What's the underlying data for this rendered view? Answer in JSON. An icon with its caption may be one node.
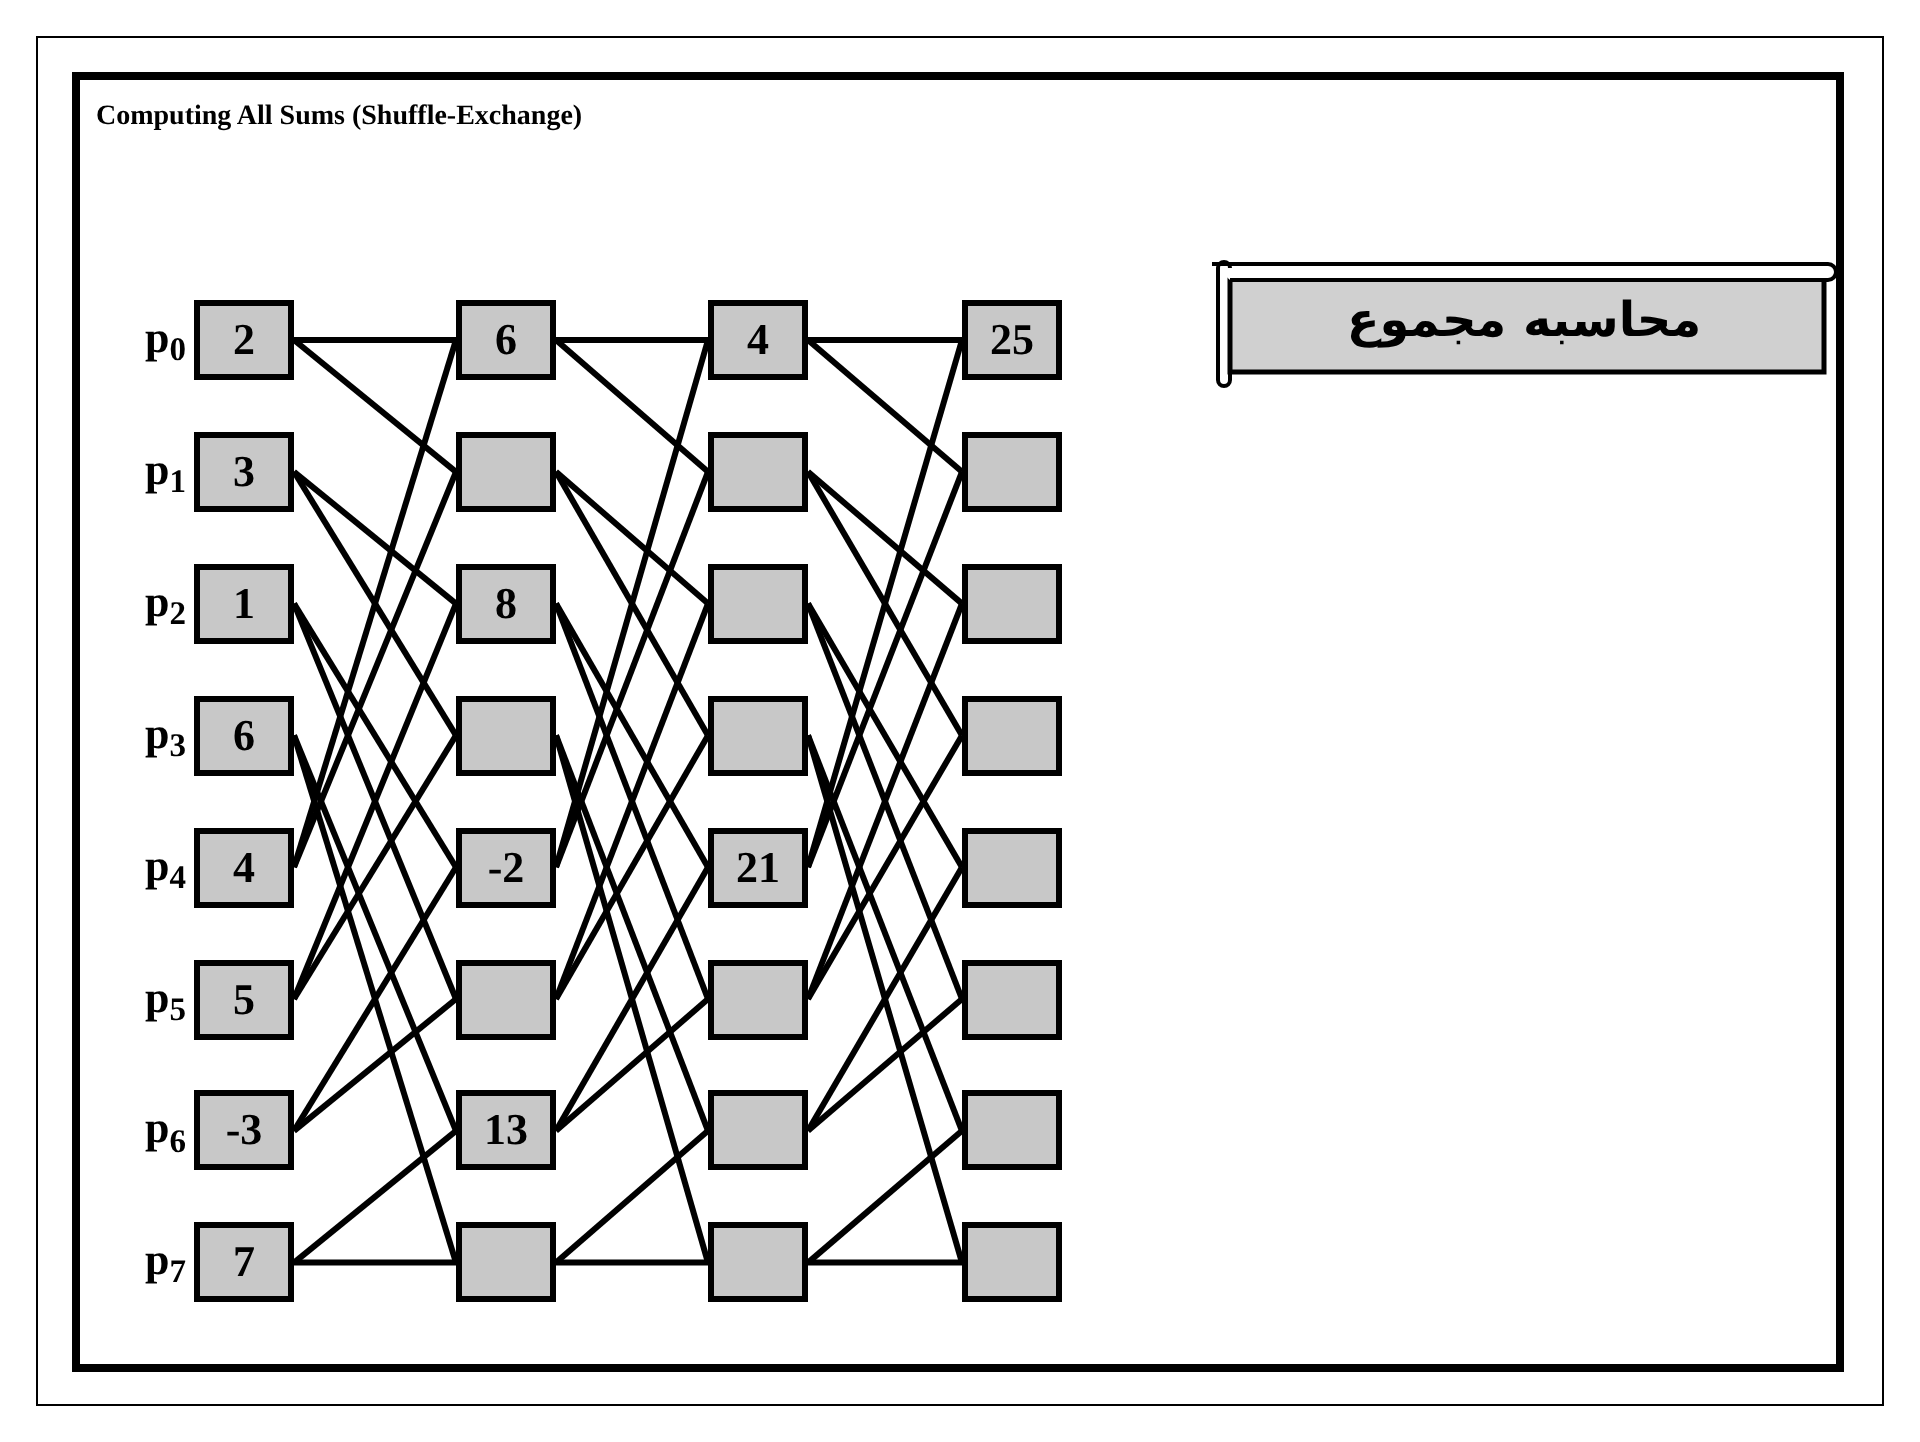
{
  "diagram": {
    "title": "Computing All Sums (Shuffle-Exchange)",
    "nodes": [
      {
        "text": [
          "2"
        ],
        "beside": [
          "p$_{0}$"
        ]
      },
      {
        "text": [
          "3"
        ],
        "beside": [
          "p$_{1}$"
        ]
      },
      {
        "text": [
          "1"
        ],
        "beside": [
          "p$_{2}$"
        ]
      },
      {
        "text": [
          "6"
        ],
        "beside": [
          "p$_{3}$"
        ]
      },
      {
        "text": [
          "4"
        ],
        "beside": [
          "p$_{4}$"
        ]
      },
      {
        "text": [
          "5"
        ],
        "beside": [
          "p$_{5}$"
        ]
      },
      {
        "text": [
          "-3"
        ],
        "beside": [
          "p$_{6}$"
        ]
      },
      {
        "text": [
          "7"
        ],
        "beside": [
          "p$_{7}$"
        ]
      },
      {
        "text": [
          "6"
        ]
      },
      {
        "text": [],
        "shape": "box"
      },
      {
        "text": [
          "8"
        ]
      },
      {
        "text": [],
        "shape": "box"
      },
      {
        "text": [
          "-2"
        ]
      },
      {
        "text": [],
        "shape": "box"
      },
      {
        "text": [
          "13"
        ]
      },
      {
        "text": [],
        "shape": "box"
      },
      {
        "text": [
          "4"
        ]
      },
      {
        "text": [],
        "shape": "box"
      },
      {
        "text": [],
        "shape": "box"
      },
      {
        "text": [],
        "shape": "box"
      },
      {
        "text": [
          "21"
        ]
      },
      {
        "text": [],
        "shape": "box"
      },
      {
        "text": [],
        "shape": "box"
      },
      {
        "text": [],
        "shape": "box"
      },
      {
        "text": [
          "25"
        ]
      },
      {
        "text": [],
        "shape": "box"
      },
      {
        "text": [],
        "shape": "box"
      },
      {
        "text": [],
        "shape": "box"
      },
      {
        "text": [],
        "shape": "box"
      },
      {
        "text": [],
        "shape": "box"
      },
      {
        "text": [],
        "shape": "box"
      },
      {
        "text": [],
        "shape": "box"
      },
      {
        "text": [
          "محاسبه مجموع"
        ]
      }
    ],
    "edges": [
      {
        "from": 0,
        "to": 8,
        "arrow": "none"
      },
      {
        "from": 0,
        "to": 9,
        "arrow": "none"
      },
      {
        "from": 1,
        "to": 10,
        "arrow": "none"
      },
      {
        "from": 1,
        "to": 11,
        "arrow": "none"
      },
      {
        "from": 2,
        "to": 12,
        "arrow": "none"
      },
      {
        "from": 2,
        "to": 13,
        "arrow": "none"
      },
      {
        "from": 3,
        "to": 14,
        "arrow": "none"
      },
      {
        "from": 3,
        "to": 15,
        "arrow": "none"
      },
      {
        "from": 4,
        "to": 8,
        "arrow": "none"
      },
      {
        "from": 4,
        "to": 9,
        "arrow": "none"
      },
      {
        "from": 5,
        "to": 10,
        "arrow": "none"
      },
      {
        "from": 5,
        "to": 11,
        "arrow": "none"
      },
      {
        "from": 6,
        "to": 12,
        "arrow": "none"
      },
      {
        "from": 6,
        "to": 13,
        "arrow": "none"
      },
      {
        "from": 7,
        "to": 14,
        "arrow": "none"
      },
      {
        "from": 7,
        "to": 15,
        "arrow": "none"
      },
      {
        "from": 8,
        "to": 16,
        "arrow": "none"
      },
      {
        "from": 8,
        "to": 17,
        "arrow": "none"
      },
      {
        "from": 9,
        "to": 18,
        "arrow": "none"
      },
      {
        "from": 9,
        "to": 19,
        "arrow": "none"
      },
      {
        "from": 10,
        "to": 20,
        "arrow": "none"
      },
      {
        "from": 10,
        "to": 21,
        "arrow": "none"
      },
      {
        "from": 11,
        "to": 22,
        "arrow": "none"
      },
      {
        "from": 11,
        "to": 23,
        "arrow": "none"
      },
      {
        "from": 12,
        "to": 16,
        "arrow": "none"
      },
      {
        "from": 12,
        "to": 17,
        "arrow": "none"
      },
      {
        "from": 13,
        "to": 18,
        "arrow": "none"
      },
      {
        "from": 13,
        "to": 19,
        "arrow": "none"
      },
      {
        "from": 14,
        "to": 20,
        "arrow": "none"
      },
      {
        "from": 14,
        "to": 21,
        "arrow": "none"
      },
      {
        "from": 15,
        "to": 22,
        "arrow": "none"
      },
      {
        "from": 15,
        "to": 23,
        "arrow": "none"
      },
      {
        "from": 16,
        "to": 24,
        "arrow": "none"
      },
      {
        "from": 16,
        "to": 25,
        "arrow": "none"
      },
      {
        "from": 17,
        "to": 26,
        "arrow": "none"
      },
      {
        "from": 17,
        "to": 27,
        "arrow": "none"
      },
      {
        "from": 18,
        "to": 28,
        "arrow": "none"
      },
      {
        "from": 18,
        "to": 29,
        "arrow": "none"
      },
      {
        "from": 19,
        "to": 30,
        "arrow": "none"
      },
      {
        "from": 19,
        "to": 31,
        "arrow": "none"
      },
      {
        "from": 20,
        "to": 24,
        "arrow": "none"
      },
      {
        "from": 20,
        "to": 25,
        "arrow": "none"
      },
      {
        "from": 21,
        "to": 26,
        "arrow": "none"
      },
      {
        "from": 21,
        "to": 27,
        "arrow": "none"
      },
      {
        "from": 22,
        "to": 28,
        "arrow": "none"
      },
      {
        "from": 22,
        "to": 29,
        "arrow": "none"
      },
      {
        "from": 23,
        "to": 30,
        "arrow": "none"
      },
      {
        "from": 23,
        "to": 31,
        "arrow": "none"
      }
    ]
  }
}
